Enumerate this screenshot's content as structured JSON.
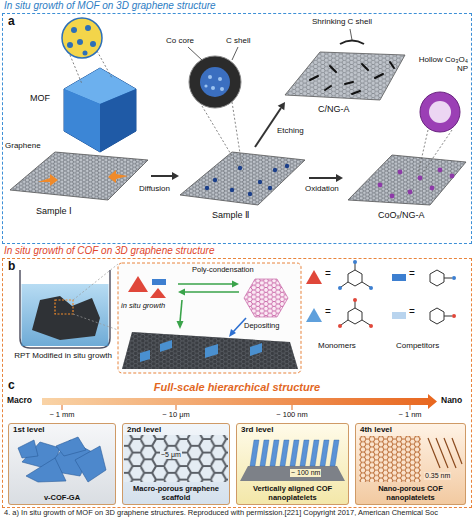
{
  "diagram": {
    "caption": "4. a) In situ growth of MOF on 3D graphene structures. Reproduced with permission.[221] Copyright 2017, American Chemical Soc",
    "nodes": [
      {
        "text": [
          "In situ growth of MOF on 3D graphene structure",
          "a"
        ]
      },
      {
        "text": [
          "In situ growth of COF on 3D graphene structure",
          "b",
          "c"
        ]
      },
      {
        "text": [
          "1st level",
          "v-COF-GA"
        ],
        "in": 1
      },
      {
        "text": [
          "2nd level",
          "Macro-porous graphene scaffold"
        ],
        "in": 1
      },
      {
        "text": [
          "3rd level",
          "Vertically aligned COF nanoplatelets"
        ],
        "in": 1
      },
      {
        "text": [
          "4th level",
          "Nano-porous COF nanoplatelets"
        ],
        "in": 1
      }
    ],
    "labels": [
      "MOF",
      "Graphene",
      "Sample Ⅰ",
      "Diffusion",
      "Co core",
      "C shell",
      "Sample Ⅱ",
      "Etching",
      "Shrinking C shell",
      "C/NG-A",
      "Oxidation",
      "Hollow Co₃O₄ NP",
      "CoOₓ/NG-A",
      "in situ growth",
      "Poly-condensation",
      "Depositing",
      "RPT Modified in situ growth",
      "=",
      "=",
      "=",
      "=",
      "Monomers",
      "Competitors",
      "Macro",
      "Full-scale hierarchical structure",
      "Nano",
      "~ 1 mm",
      "~ 10 μm",
      "~ 100 nm",
      "~ 1 nm",
      "~5 μm",
      "~ 100 nm",
      "0.35 nm"
    ]
  }
}
